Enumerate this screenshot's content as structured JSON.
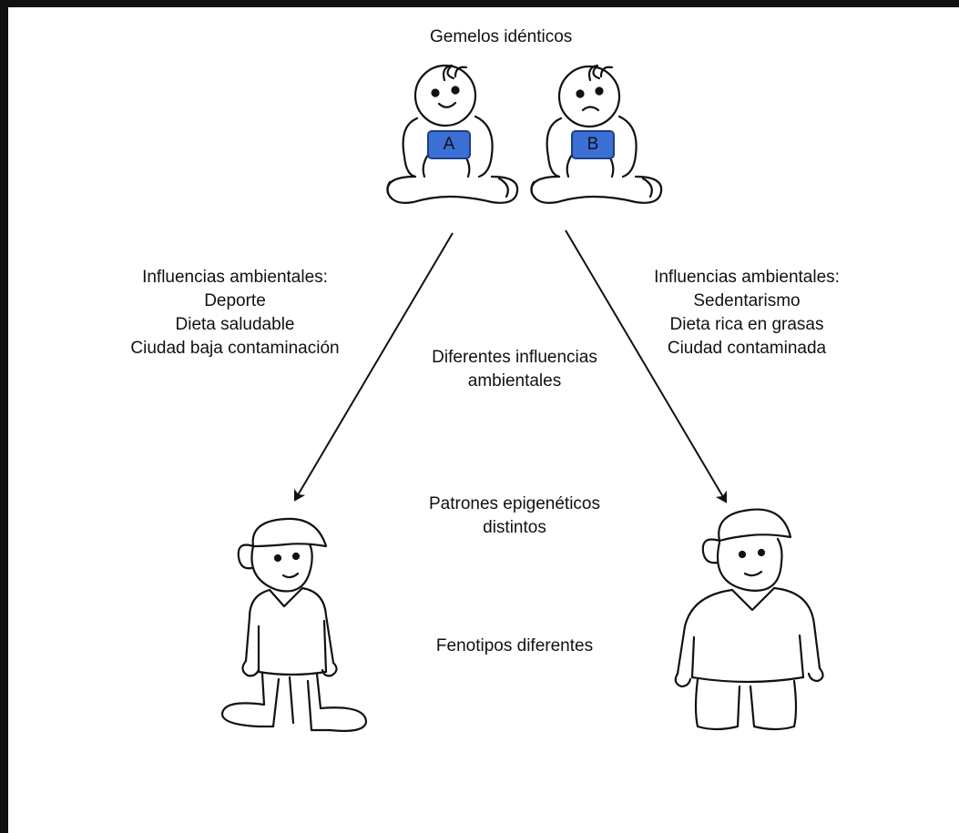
{
  "title": "Gemelos idénticos",
  "twins": [
    {
      "badge": "A",
      "expression": "smile"
    },
    {
      "badge": "B",
      "expression": "sad"
    }
  ],
  "left_influences": {
    "heading": "Influencias ambientales:",
    "items": [
      "Deporte",
      "Dieta saludable",
      "Ciudad baja contaminación"
    ],
    "figure": "slim-adult"
  },
  "right_influences": {
    "heading": "Influencias ambientales:",
    "items": [
      "Sedentarismo",
      "Dieta rica en grasas",
      "Ciudad contaminada"
    ],
    "figure": "heavy-adult"
  },
  "center": {
    "env_line1": "Diferentes influencias",
    "env_line2": "ambientales",
    "epi_line1": "Patrones epigenéticos",
    "epi_line2": "distintos",
    "phenotype": "Fenotipos diferentes"
  },
  "colors": {
    "frame": "#111111",
    "badge_fill": "#3b6fd6",
    "badge_stroke": "#1f3f86",
    "ink": "#111111"
  }
}
